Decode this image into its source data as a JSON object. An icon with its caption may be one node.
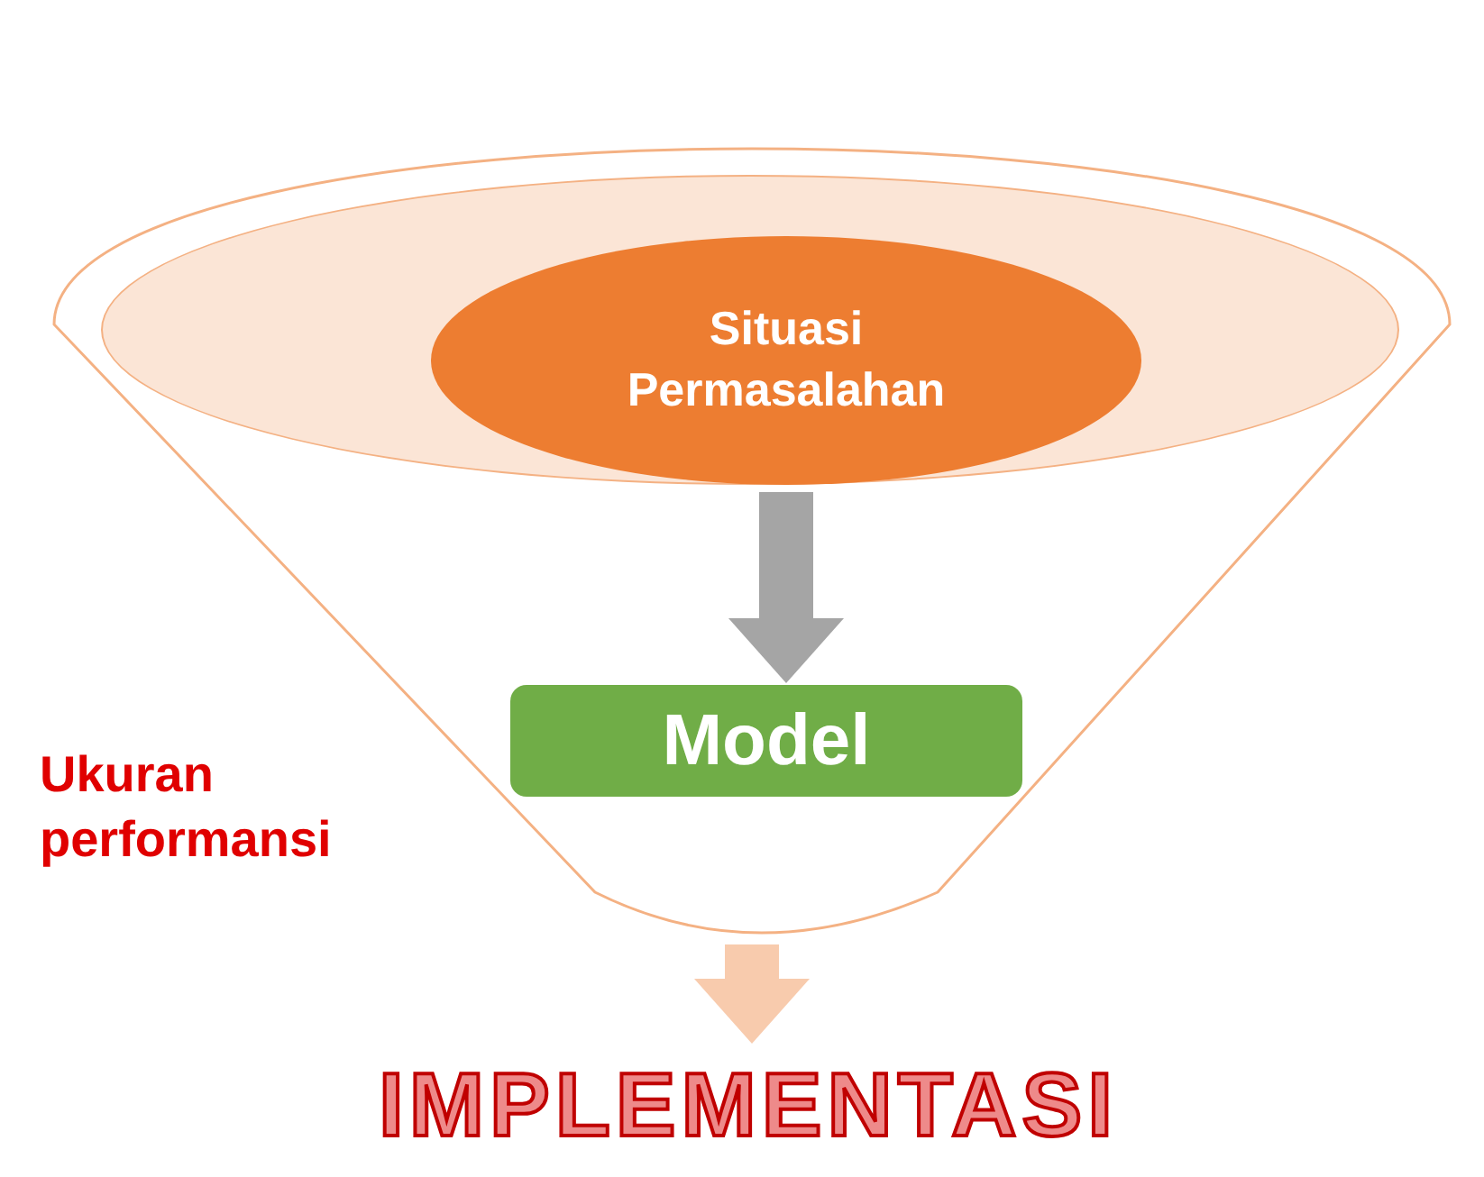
{
  "diagram": {
    "nodes": [
      {
        "text": [],
        "shape": "funnel"
      },
      {
        "text": [],
        "shape": "ellipse",
        "in": 0
      },
      {
        "text": [
          "Situasi Permasalahan"
        ],
        "in": 1
      },
      {
        "text": [
          "Model"
        ],
        "in": 0
      },
      {
        "text": [
          "IMPLEMENTASI"
        ]
      }
    ],
    "edges": [
      {
        "from": 2,
        "to": 3,
        "arrow": "to",
        "color": "#a5a5a5"
      },
      {
        "from": 0,
        "to": 4,
        "arrow": "to",
        "color": "#f8cbad"
      }
    ],
    "labels": [
      "Ukuran performansi"
    ]
  }
}
